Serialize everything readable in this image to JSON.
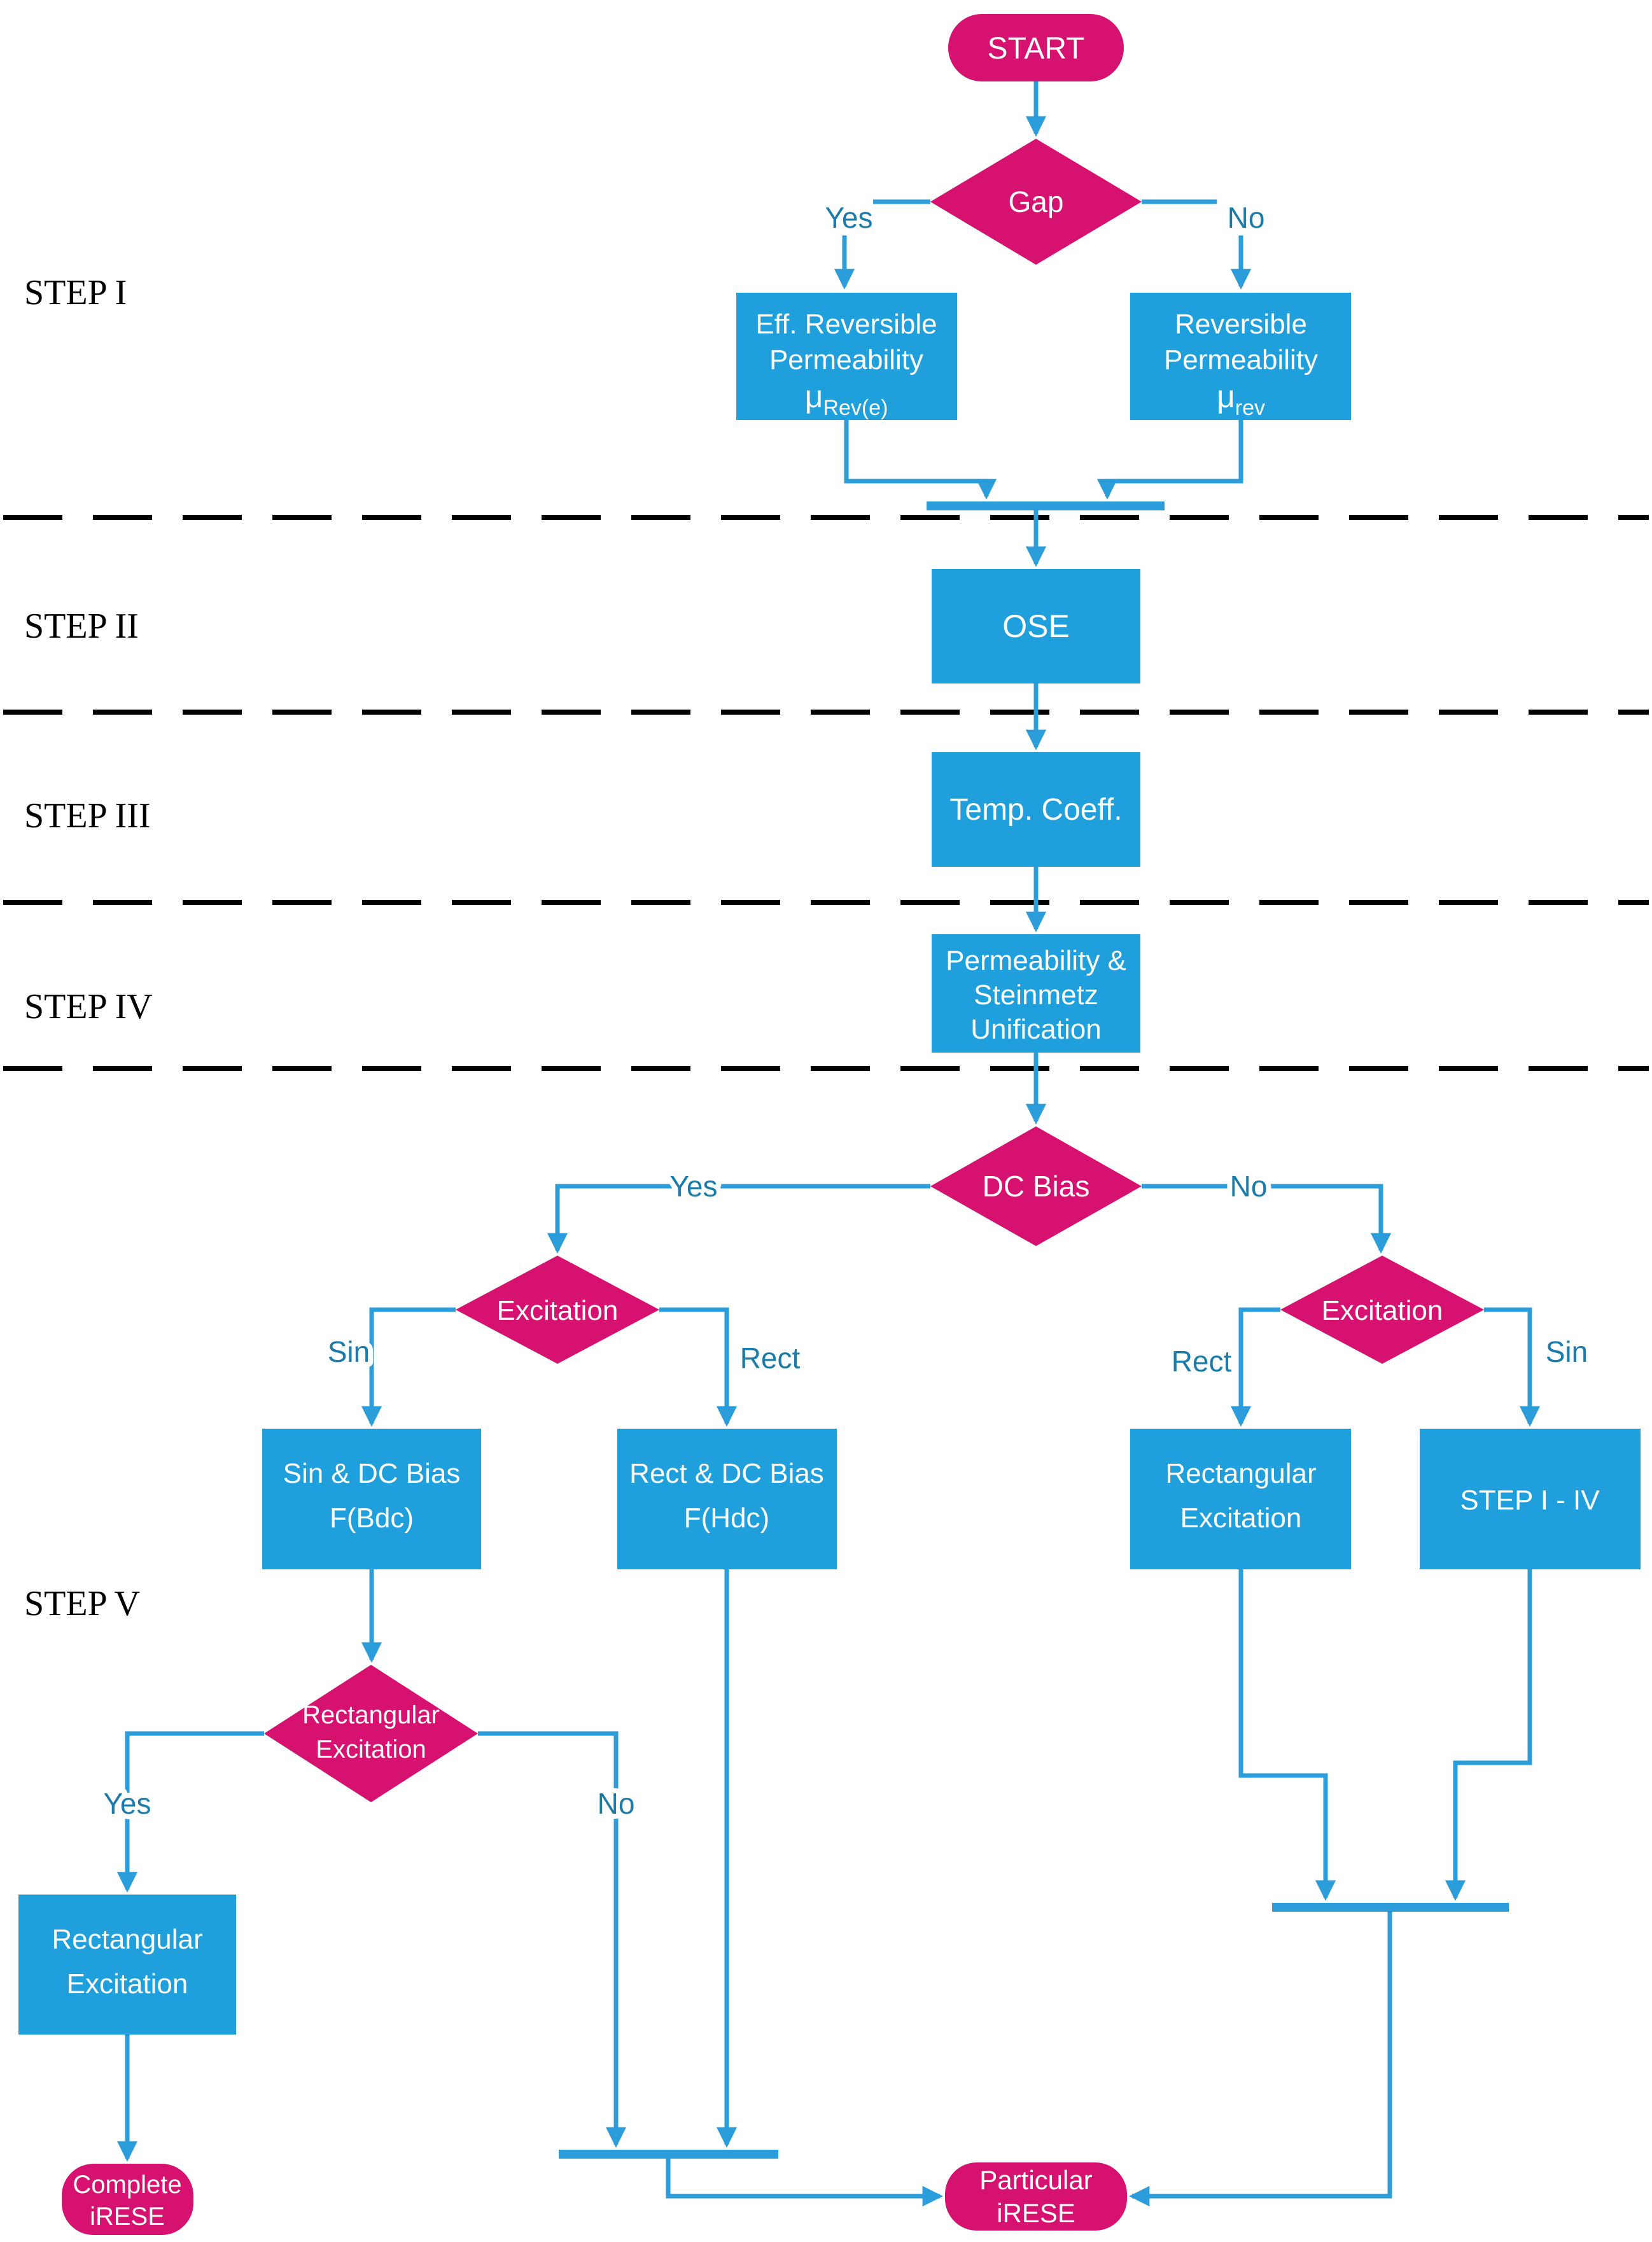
{
  "colors": {
    "terminal_pink": "#d6116f",
    "process_blue": "#1f9fdb",
    "connector_blue": "#2b9ddb",
    "branch_label_blue": "#1b7cab",
    "divider_black": "#000000",
    "node_text_white": "#ffffff",
    "background": "#ffffff"
  },
  "step_labels": [
    "STEP I",
    "STEP II",
    "STEP III",
    "STEP IV",
    "STEP V"
  ],
  "nodes": {
    "start": {
      "label": "START"
    },
    "gap": {
      "label": "Gap"
    },
    "eff_reversible_permeability": {
      "line1": "Eff. Reversible",
      "line2": "Permeability",
      "symbol": "μ",
      "subscript": "Rev(e)"
    },
    "reversible_permeability": {
      "line1": "Reversible",
      "line2": "Permeability",
      "symbol": "μ",
      "subscript": "rev"
    },
    "ose": {
      "label": "OSE"
    },
    "temp_coeff": {
      "label": "Temp. Coeff."
    },
    "permeability_steinmetz": {
      "line1": "Permeability &",
      "line2": "Steinmetz",
      "line3": "Unification"
    },
    "dc_bias": {
      "label": "DC Bias"
    },
    "excitation_yes": {
      "label": "Excitation"
    },
    "excitation_no": {
      "label": "Excitation"
    },
    "sin_dc_bias": {
      "line1": "Sin & DC Bias",
      "line2": "F(Bdc)"
    },
    "rect_dc_bias": {
      "line1": "Rect & DC Bias",
      "line2": "F(Hdc)"
    },
    "rectangular_excitation_right": {
      "line1": "Rectangular",
      "line2": "Excitation"
    },
    "step_i_iv": {
      "label": "STEP I - IV"
    },
    "rectangular_excitation_decision": {
      "line1": "Rectangular",
      "line2": "Excitation"
    },
    "rectangular_excitation_left": {
      "line1": "Rectangular",
      "line2": "Excitation"
    },
    "complete_irese": {
      "line1": "Complete",
      "line2": "iRESE"
    },
    "particular_irese": {
      "line1": "Particular",
      "line2": "iRESE"
    }
  },
  "branch_labels": {
    "gap_yes": "Yes",
    "gap_no": "No",
    "dc_bias_yes": "Yes",
    "dc_bias_no": "No",
    "excitation_yes_sin": "Sin",
    "excitation_yes_rect": "Rect",
    "excitation_no_rect": "Rect",
    "excitation_no_sin": "Sin",
    "rect_excitation_yes": "Yes",
    "rect_excitation_no": "No"
  }
}
